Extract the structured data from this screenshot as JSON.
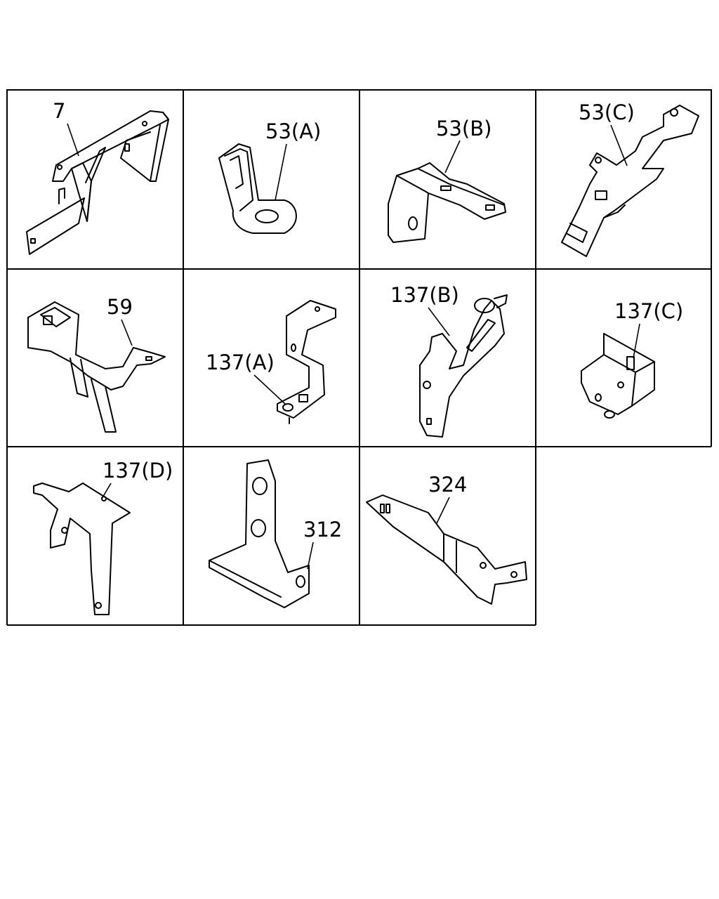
{
  "callouts": [
    {
      "id": "7",
      "text": "7"
    },
    {
      "id": "53a",
      "text": "53(A)"
    },
    {
      "id": "53b",
      "text": "53(B)"
    },
    {
      "id": "53c",
      "text": "53(C)"
    },
    {
      "id": "59",
      "text": "59"
    },
    {
      "id": "137a",
      "text": "137(A)"
    },
    {
      "id": "137b",
      "text": "137(B)"
    },
    {
      "id": "137c",
      "text": "137(C)"
    },
    {
      "id": "137d",
      "text": "137(D)"
    },
    {
      "id": "312",
      "text": "312"
    },
    {
      "id": "324",
      "text": "324"
    }
  ],
  "colors": {
    "line": "#000000",
    "background": "#ffffff"
  }
}
